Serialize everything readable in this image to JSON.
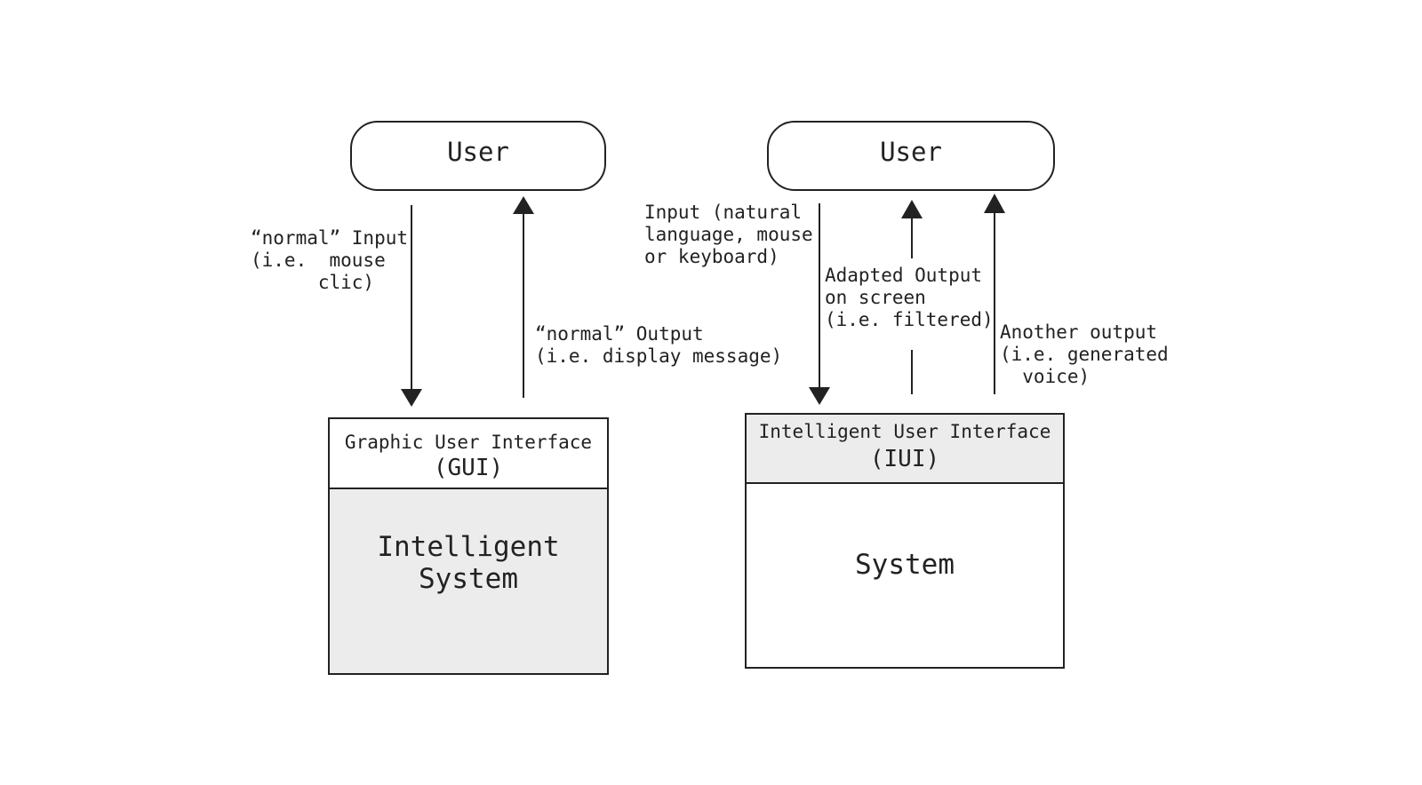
{
  "colors": {
    "ink": "#222222",
    "fill_grey": "#ececec",
    "background": "#ffffff"
  },
  "left": {
    "user": "User",
    "input_label": [
      "“normal” Input",
      "(i.e.  mouse",
      "      clic)"
    ],
    "output_label": [
      "“normal” Output",
      "(i.e. display message)"
    ],
    "interface_line1": "Graphic User Interface",
    "interface_line2": "(GUI)",
    "system_line1": "Intelligent",
    "system_line2": "System"
  },
  "right": {
    "user": "User",
    "input_label": [
      "Input (natural",
      "language, mouse",
      "or keyboard)"
    ],
    "adapted_label": [
      "Adapted Output",
      "on screen",
      "(i.e. filtered)"
    ],
    "another_label": [
      "Another output",
      "(i.e. generated",
      "  voice)"
    ],
    "interface_line1": "Intelligent User Interface",
    "interface_line2": "(IUI)",
    "system": "System"
  }
}
